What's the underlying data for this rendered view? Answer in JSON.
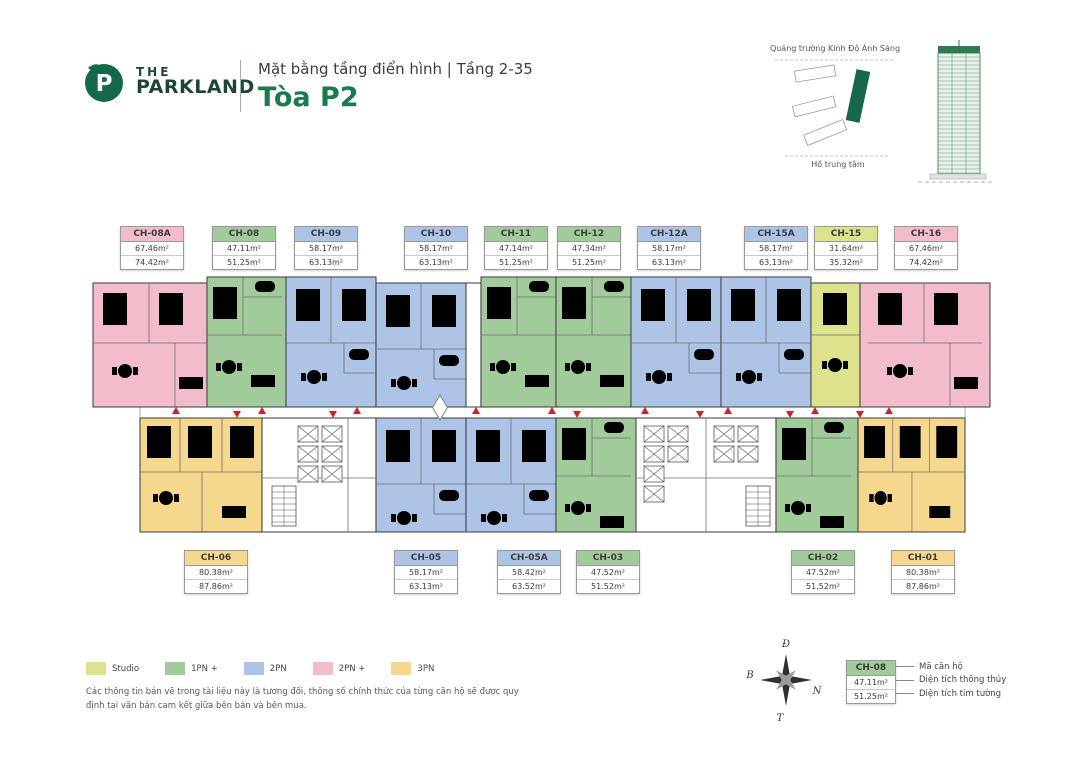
{
  "colors": {
    "brand": "#15694a",
    "title_green": "#1b7a4c",
    "studio": "#dde28c",
    "pn1": "#a2cb9c",
    "pn2": "#adc4e6",
    "pn2plus": "#f2bcca",
    "pn3": "#f5d78e",
    "marker_red": "#cc2229"
  },
  "header": {
    "logo_top": "THE",
    "logo_bottom": "PARKLAND",
    "logo_letter": "P",
    "subtitle": "Mặt bằng tầng điển hình | Tầng 2-35",
    "title": "Tòa P2"
  },
  "site_map": {
    "label_top": "Quảng trường Kinh Đô Ánh Sáng",
    "label_bottom": "Hồ trung tâm"
  },
  "units_top": [
    {
      "code": "CH-08A",
      "area1": "67.46m²",
      "area2": "74.42m²",
      "type": "2PN +",
      "color": "#f2bcca"
    },
    {
      "code": "CH-08",
      "area1": "47.11m²",
      "area2": "51.25m²",
      "type": "1PN +",
      "color": "#a2cb9c"
    },
    {
      "code": "CH-09",
      "area1": "58.17m²",
      "area2": "63.13m²",
      "type": "2PN",
      "color": "#adc4e6"
    },
    {
      "code": "CH-10",
      "area1": "58.17m²",
      "area2": "63.13m²",
      "type": "2PN",
      "color": "#adc4e6"
    },
    {
      "code": "CH-11",
      "area1": "47.14m²",
      "area2": "51.25m²",
      "type": "1PN +",
      "color": "#a2cb9c"
    },
    {
      "code": "CH-12",
      "area1": "47.34m²",
      "area2": "51.25m²",
      "type": "1PN +",
      "color": "#a2cb9c"
    },
    {
      "code": "CH-12A",
      "area1": "58.17m²",
      "area2": "63.13m²",
      "type": "2PN",
      "color": "#adc4e6"
    },
    {
      "code": "CH-15A",
      "area1": "58.17m²",
      "area2": "63.13m²",
      "type": "2PN",
      "color": "#adc4e6"
    },
    {
      "code": "CH-15",
      "area1": "31.64m²",
      "area2": "35.32m²",
      "type": "Studio",
      "color": "#dde28c"
    },
    {
      "code": "CH-16",
      "area1": "67.46m²",
      "area2": "74.42m²",
      "type": "2PN +",
      "color": "#f2bcca"
    }
  ],
  "units_bottom": [
    {
      "code": "CH-06",
      "area1": "80.38m²",
      "area2": "87.86m²",
      "type": "3PN",
      "color": "#f5d78e"
    },
    {
      "code": "CH-05",
      "area1": "58.17m²",
      "area2": "63.13m²",
      "type": "2PN",
      "color": "#adc4e6"
    },
    {
      "code": "CH-05A",
      "area1": "58.42m²",
      "area2": "63.52m²",
      "type": "2PN",
      "color": "#adc4e6"
    },
    {
      "code": "CH-03",
      "area1": "47.52m²",
      "area2": "51.52m²",
      "type": "1PN +",
      "color": "#a2cb9c"
    },
    {
      "code": "CH-02",
      "area1": "47.52m²",
      "area2": "51.52m²",
      "type": "1PN +",
      "color": "#a2cb9c"
    },
    {
      "code": "CH-01",
      "area1": "80.38m²",
      "area2": "87.86m²",
      "type": "3PN",
      "color": "#f5d78e"
    }
  ],
  "legend": [
    {
      "label": "Studio",
      "color": "#dde28c"
    },
    {
      "label": "1PN +",
      "color": "#a2cb9c"
    },
    {
      "label": "2PN",
      "color": "#adc4e6"
    },
    {
      "label": "2PN +",
      "color": "#f2bcca"
    },
    {
      "label": "3PN",
      "color": "#f5d78e"
    }
  ],
  "disclaimer": "Các thông tin bản vẽ trong tài liệu này là tương đối, thông số chính thức của từng căn hộ sẽ được quy định tại văn bản cam kết giữa bên bán và bên mua.",
  "compass": {
    "top": "Đ",
    "left": "B",
    "right": "N",
    "bottom": "T"
  },
  "key_card": {
    "code": "CH-08",
    "area1": "47.11m²",
    "area2": "51.25m²",
    "label_code": "Mã căn hộ",
    "label_area1": "Diện tích thông thủy",
    "label_area2": "Diện tích tim tường"
  },
  "icons": {
    "logo": "parkland-emblem",
    "compass": "compass-rose",
    "tower": "building-elevation"
  }
}
